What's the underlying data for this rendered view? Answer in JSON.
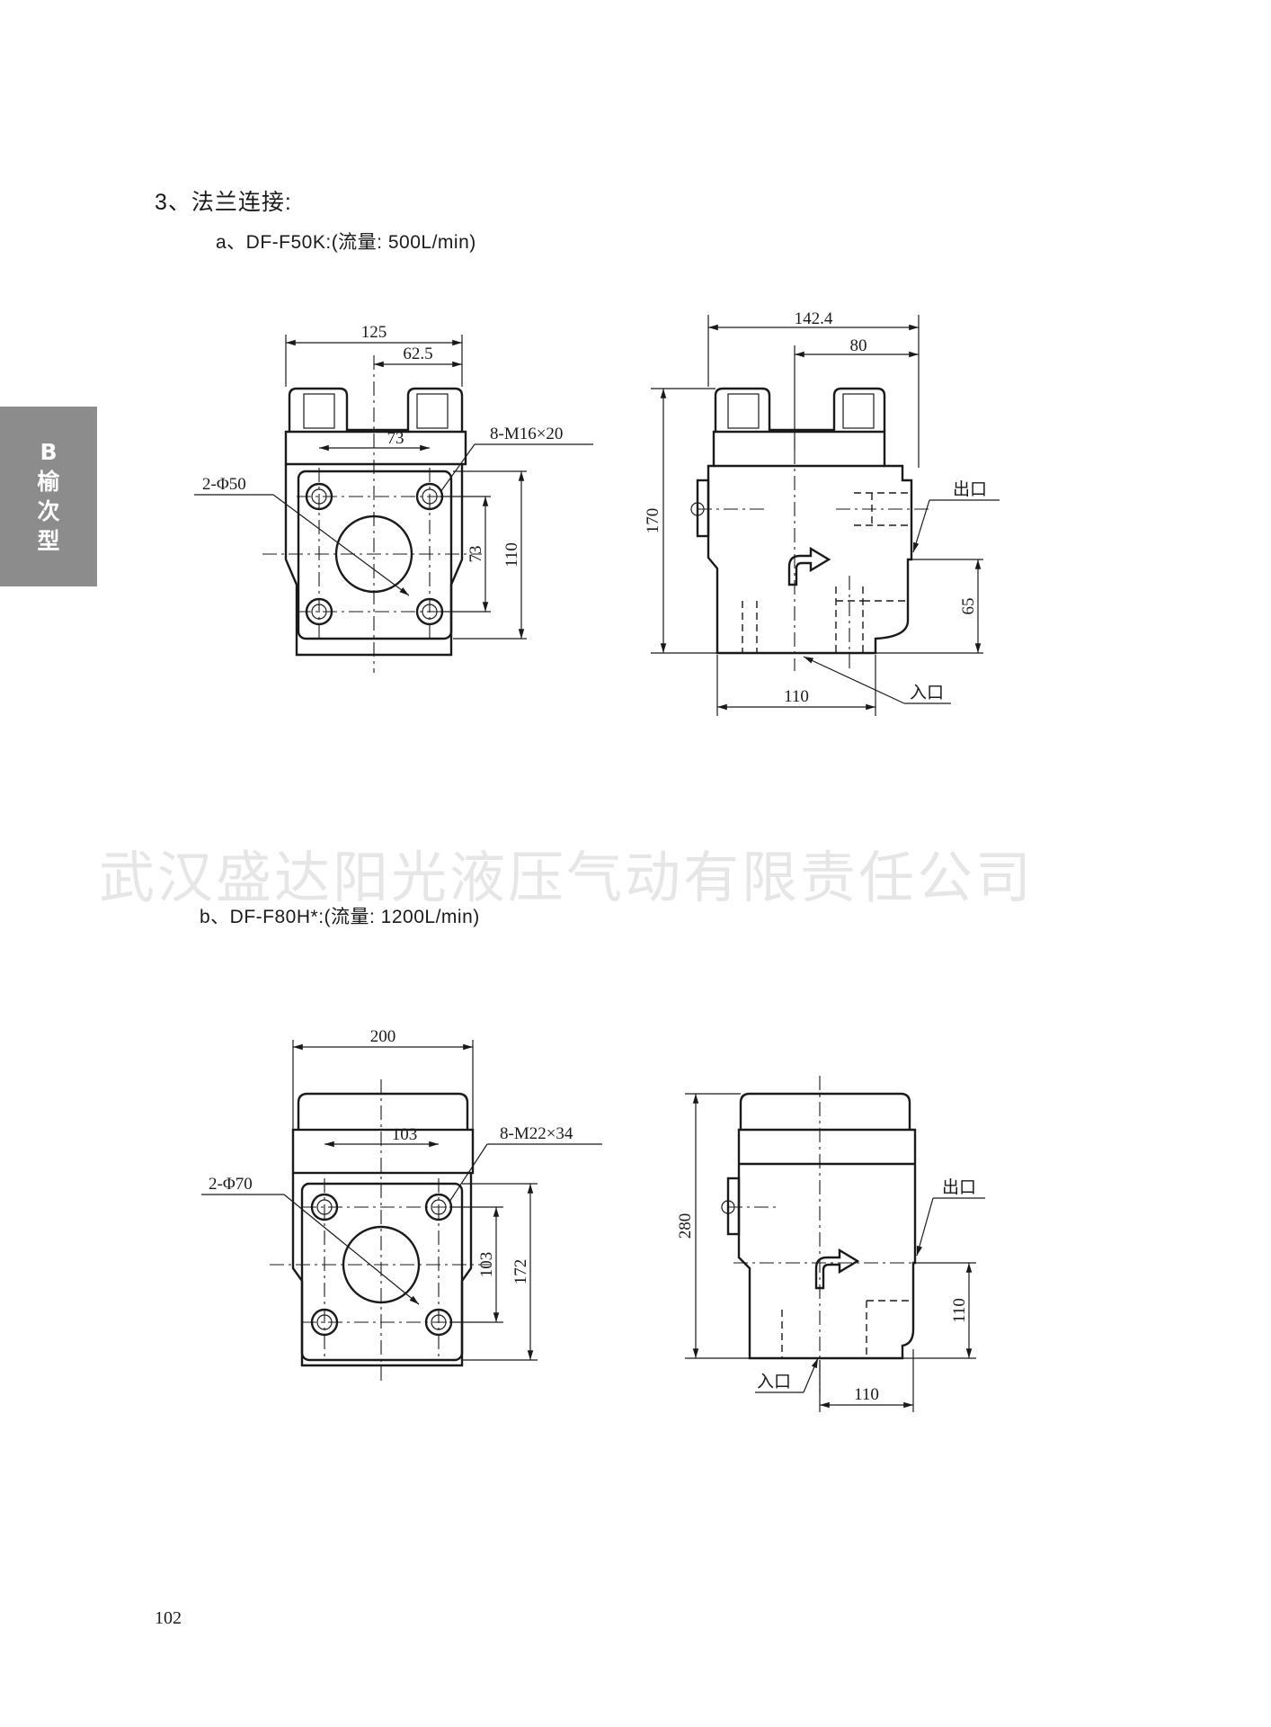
{
  "section": {
    "heading": "3、法兰连接:",
    "side_tab": [
      "B",
      "榆",
      "次",
      "型"
    ],
    "watermark": "武汉盛达阳光液压气动有限责任公司",
    "page_number": "102"
  },
  "part_a": {
    "subtitle": "a、DF-F50K:(流量: 500L/min)",
    "front": {
      "w_total": "125",
      "w_half": "62.5",
      "bolt_h": "73",
      "bolt_v": "73",
      "height": "110",
      "bolt_spec": "8-M16×20",
      "bore_spec": "2-Φ50"
    },
    "side": {
      "width": "142.4",
      "offset": "80",
      "height": "170",
      "outlet_h": "65",
      "base": "110",
      "outlet": "出口",
      "inlet": "入口"
    }
  },
  "part_b": {
    "subtitle": "b、DF-F80H*:(流量: 1200L/min)",
    "front": {
      "w_total": "200",
      "bolt_h": "103",
      "bolt_v": "103",
      "height": "172",
      "bolt_spec": "8-M22×34",
      "bore_spec": "2-Φ70"
    },
    "side": {
      "height": "280",
      "outlet_h": "110",
      "base": "110",
      "outlet": "出口",
      "inlet": "入口"
    }
  }
}
